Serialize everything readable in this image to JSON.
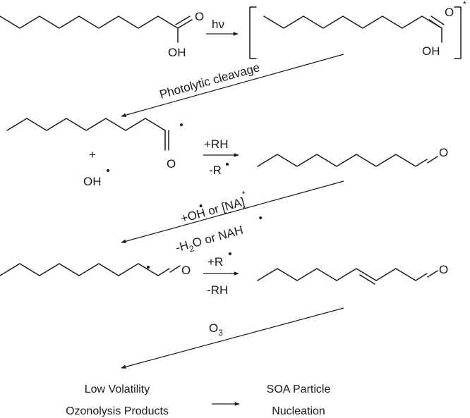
{
  "reactant": {
    "oh_label": "OH",
    "o_label": "O"
  },
  "step1": {
    "condition": "hν"
  },
  "excited": {
    "oh_label": "OH",
    "o_label": "O",
    "star": "*"
  },
  "step2": {
    "label": "Photolytic cleavage"
  },
  "radicals": {
    "acyl_o_label": "O",
    "plus": "+",
    "oh_label": "OH"
  },
  "step3": {
    "top": "+RH",
    "bottom": "-R"
  },
  "aldehyde": {
    "o_label": "O"
  },
  "step4": {
    "upper_prefix": "+OH",
    "upper_mid": " or [NA]",
    "upper_star": "*",
    "lower_prefix": "-H",
    "lower_sub": "2",
    "lower_suffix": "O or NAH"
  },
  "alkyl_radical": {
    "o_label": "O"
  },
  "step5": {
    "top": "+R",
    "bottom": "-RH"
  },
  "enal": {
    "o_label": "O"
  },
  "step6": {
    "reagent_prefix": "O",
    "reagent_sub": "3"
  },
  "products": {
    "low_volatility_line1": "Low Volatility",
    "low_volatility_line2": "Ozonolysis Products",
    "soa_line1": "SOA Particle",
    "soa_line2": "Nucleation"
  }
}
